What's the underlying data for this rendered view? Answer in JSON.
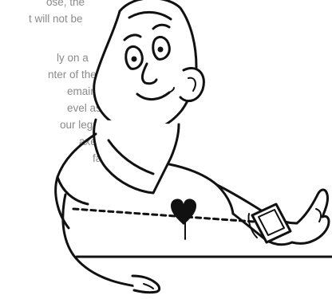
{
  "instruction_text": {
    "lines": [
      "ose, the",
      "t will not be",
      "ly on a",
      "nter of the",
      "emain",
      "evel as",
      "our legs",
      "axed",
      "facing"
    ]
  },
  "illustration": {
    "subject": "person-measuring-blood-pressure-wrist-monitor",
    "icons": [
      "heart-icon",
      "wrist-blood-pressure-monitor-icon"
    ]
  },
  "colors": {
    "text": "#8a8a8a",
    "line_art": "#111111",
    "heart": "#111111",
    "background": "#ffffff"
  }
}
